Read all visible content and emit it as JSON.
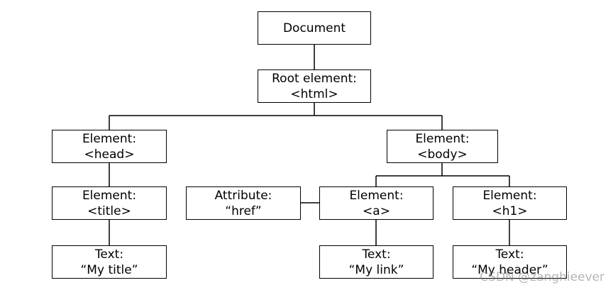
{
  "nodes": {
    "document": {
      "line1": "Document"
    },
    "root": {
      "line1": "Root element:",
      "line2": "<html>"
    },
    "head": {
      "line1": "Element:",
      "line2": "<head>"
    },
    "body": {
      "line1": "Element:",
      "line2": "<body>"
    },
    "title": {
      "line1": "Element:",
      "line2": "<title>"
    },
    "attribute": {
      "line1": "Attribute:",
      "line2": "“href”"
    },
    "a": {
      "line1": "Element:",
      "line2": "<a>"
    },
    "h1": {
      "line1": "Element:",
      "line2": "<h1>"
    },
    "text_title": {
      "line1": "Text:",
      "line2": "“My title”"
    },
    "text_link": {
      "line1": "Text:",
      "line2": "“My link”"
    },
    "text_header": {
      "line1": "Text:",
      "line2": "“My header”"
    }
  },
  "watermark": "CSDN @zanghieever",
  "colors": {
    "stroke": "#000000",
    "background": "#ffffff"
  }
}
